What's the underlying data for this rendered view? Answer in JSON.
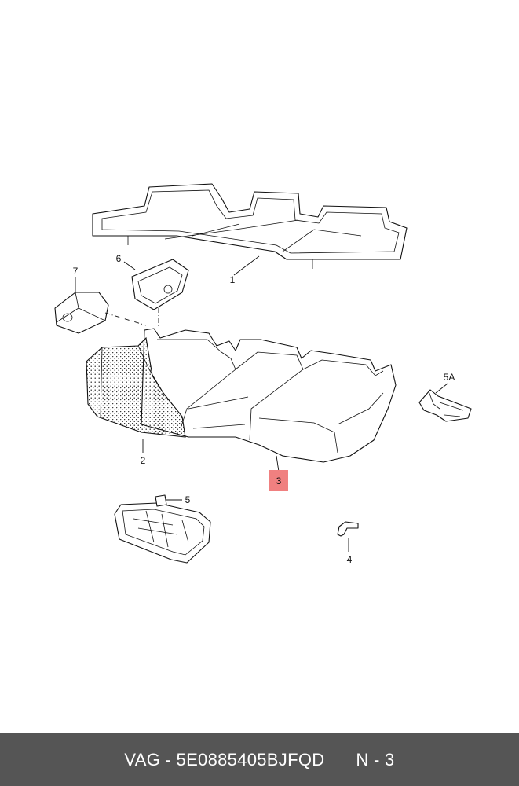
{
  "labels": {
    "p1": "1",
    "p2": "2",
    "p3": "3",
    "p4": "4",
    "p5": "5",
    "p5a": "5A",
    "p6": "6",
    "p7": "7"
  },
  "highlight_color": "#f08080",
  "footer": {
    "part_ref": "VAG - 5E0885405BJFQD",
    "position": "N - 3"
  },
  "footer_color": "#555555"
}
